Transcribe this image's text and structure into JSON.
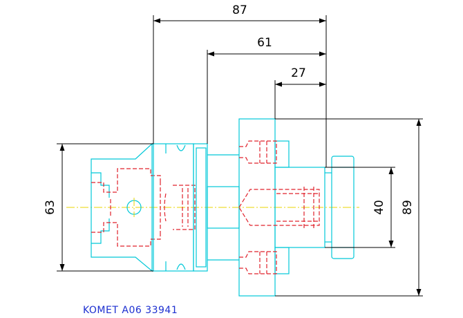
{
  "dimensions": {
    "top_overall": "87",
    "top_middle": "61",
    "top_inner": "27",
    "left_height": "63",
    "right_inner": "40",
    "right_outer": "89"
  },
  "caption": "KOMET A06 33941",
  "colors": {
    "outline": "#00c8d8",
    "hidden": "#e0202a",
    "centerline": "#e8d400",
    "dimension": "#000000",
    "caption": "#1c2fd0"
  }
}
